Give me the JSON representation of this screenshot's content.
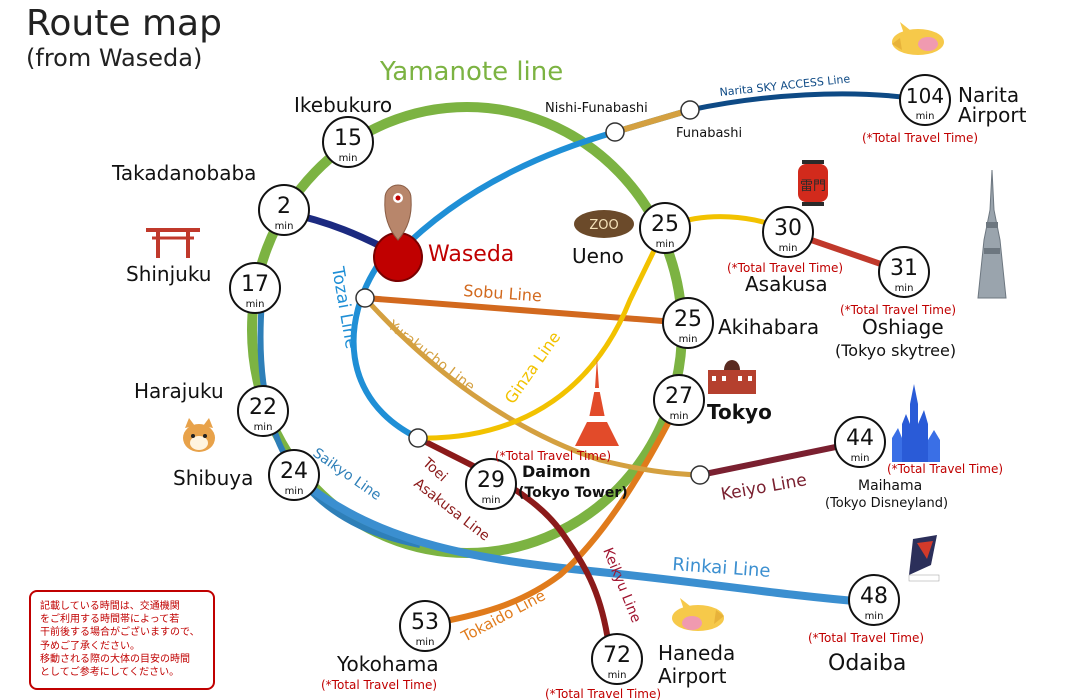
{
  "header": {
    "title": "Route map",
    "subtitle": "(from Waseda)"
  },
  "colors": {
    "yamanote": "#7cb342",
    "tozai": "#1f8fd6",
    "sobu": "#d2691e",
    "yurakucho": "#d4a040",
    "ginza": "#f2c200",
    "asakusa": "#8b1a1a",
    "keikyu": "#a01530",
    "tokaido": "#e07b1c",
    "saikyo": "#2e7fb8",
    "rinkai": "#3b8fd0",
    "keiyo": "#7a2030",
    "narita": "#0e4a85",
    "takadanobaba_link": "#1c2a80",
    "oshiage_link": "#c0392b",
    "note": "#c00000",
    "waseda": "#c00000"
  },
  "lines": {
    "yamanote": "Yamanote line",
    "tozai": "Tozai Line",
    "sobu": "Sobu Line",
    "yurakucho": "Yurakucho Line",
    "ginza": "Ginza Line",
    "saikyo": "Saikyo Line",
    "rinkai": "Rinkai Line",
    "keiyo": "Keiyo Line",
    "toei_asakusa_1": "Toei",
    "toei_asakusa_2": "Asakusa Line",
    "keikyu": "Keikyu Line",
    "tokaido": "Tokaido Line",
    "narita": "Narita SKY ACCESS Line"
  },
  "unit": "min",
  "total_note": "(*Total Travel Time)",
  "origin": {
    "name": "Waseda"
  },
  "transfers": {
    "nishi_funabashi": "Nishi-Funabashi",
    "funabashi": "Funabashi"
  },
  "stations": {
    "ikebukuro": {
      "name": "Ikebukuro",
      "time": "15"
    },
    "takadanobaba": {
      "name": "Takadanobaba",
      "time": "2"
    },
    "shinjuku": {
      "name": "Shinjuku",
      "time": "17"
    },
    "harajuku": {
      "name": "Harajuku",
      "time": "22"
    },
    "shibuya": {
      "name": "Shibuya",
      "time": "24"
    },
    "ueno": {
      "name": "Ueno",
      "time": "25"
    },
    "asakusa": {
      "name": "Asakusa",
      "time": "30"
    },
    "oshiage": {
      "name": "Oshiage",
      "sub": "(Tokyo skytree)",
      "time": "31"
    },
    "akihabara": {
      "name": "Akihabara",
      "time": "25"
    },
    "tokyo": {
      "name": "Tokyo",
      "time": "27"
    },
    "daimon": {
      "name": "Daimon",
      "sub": "(Tokyo Tower)",
      "time": "29"
    },
    "maihama": {
      "name": "Maihama",
      "sub": "(Tokyo Disneyland)",
      "time": "44"
    },
    "odaiba": {
      "name": "Odaiba",
      "time": "48"
    },
    "yokohama": {
      "name": "Yokohama",
      "time": "53"
    },
    "haneda": {
      "name": "Haneda",
      "name2": "Airport",
      "time": "72"
    },
    "narita": {
      "name": "Narita",
      "name2": "Airport",
      "time": "104"
    }
  },
  "illustrations": {
    "ueno_sign": "ZOO",
    "kaminarimon": "雷門"
  },
  "note_lines": [
    "記載している時間は、交通機関",
    "をご利用する時間帯によって若",
    "干前後する場合がございますので、",
    "予めご了承ください。",
    "移動される際の大体の目安の時間",
    "としてご参考にしてください。"
  ]
}
